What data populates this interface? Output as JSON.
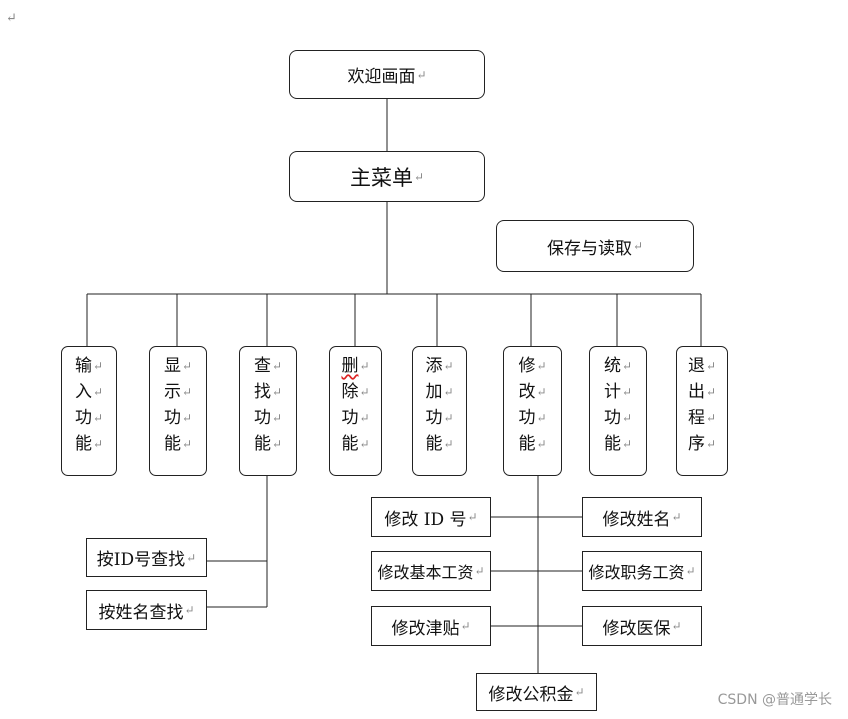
{
  "page_mark": "↵",
  "return_mark": "↵",
  "top": {
    "welcome": "欢迎画面",
    "main_menu": "主菜单",
    "save_load": "保存与读取"
  },
  "functions": [
    {
      "chars": [
        "输",
        "入",
        "功",
        "能"
      ]
    },
    {
      "chars": [
        "显",
        "示",
        "功",
        "能"
      ]
    },
    {
      "chars": [
        "查",
        "找",
        "功",
        "能"
      ]
    },
    {
      "chars": [
        "删",
        "除",
        "功",
        "能"
      ]
    },
    {
      "chars": [
        "添",
        "加",
        "功",
        "能"
      ]
    },
    {
      "chars": [
        "修",
        "改",
        "功",
        "能"
      ]
    },
    {
      "chars": [
        "统",
        "计",
        "功",
        "能"
      ]
    },
    {
      "chars": [
        "退",
        "出",
        "程",
        "序"
      ]
    }
  ],
  "search": {
    "by_id": "按ID号查找",
    "by_name": "按姓名查找"
  },
  "modify": {
    "id": "修改 ID 号",
    "name": "修改姓名",
    "base_salary": "修改基本工资",
    "duty_salary": "修改职务工资",
    "allowance": "修改津贴",
    "insurance": "修改医保",
    "fund": "修改公积金"
  },
  "watermark": "CSDN @普通学长"
}
